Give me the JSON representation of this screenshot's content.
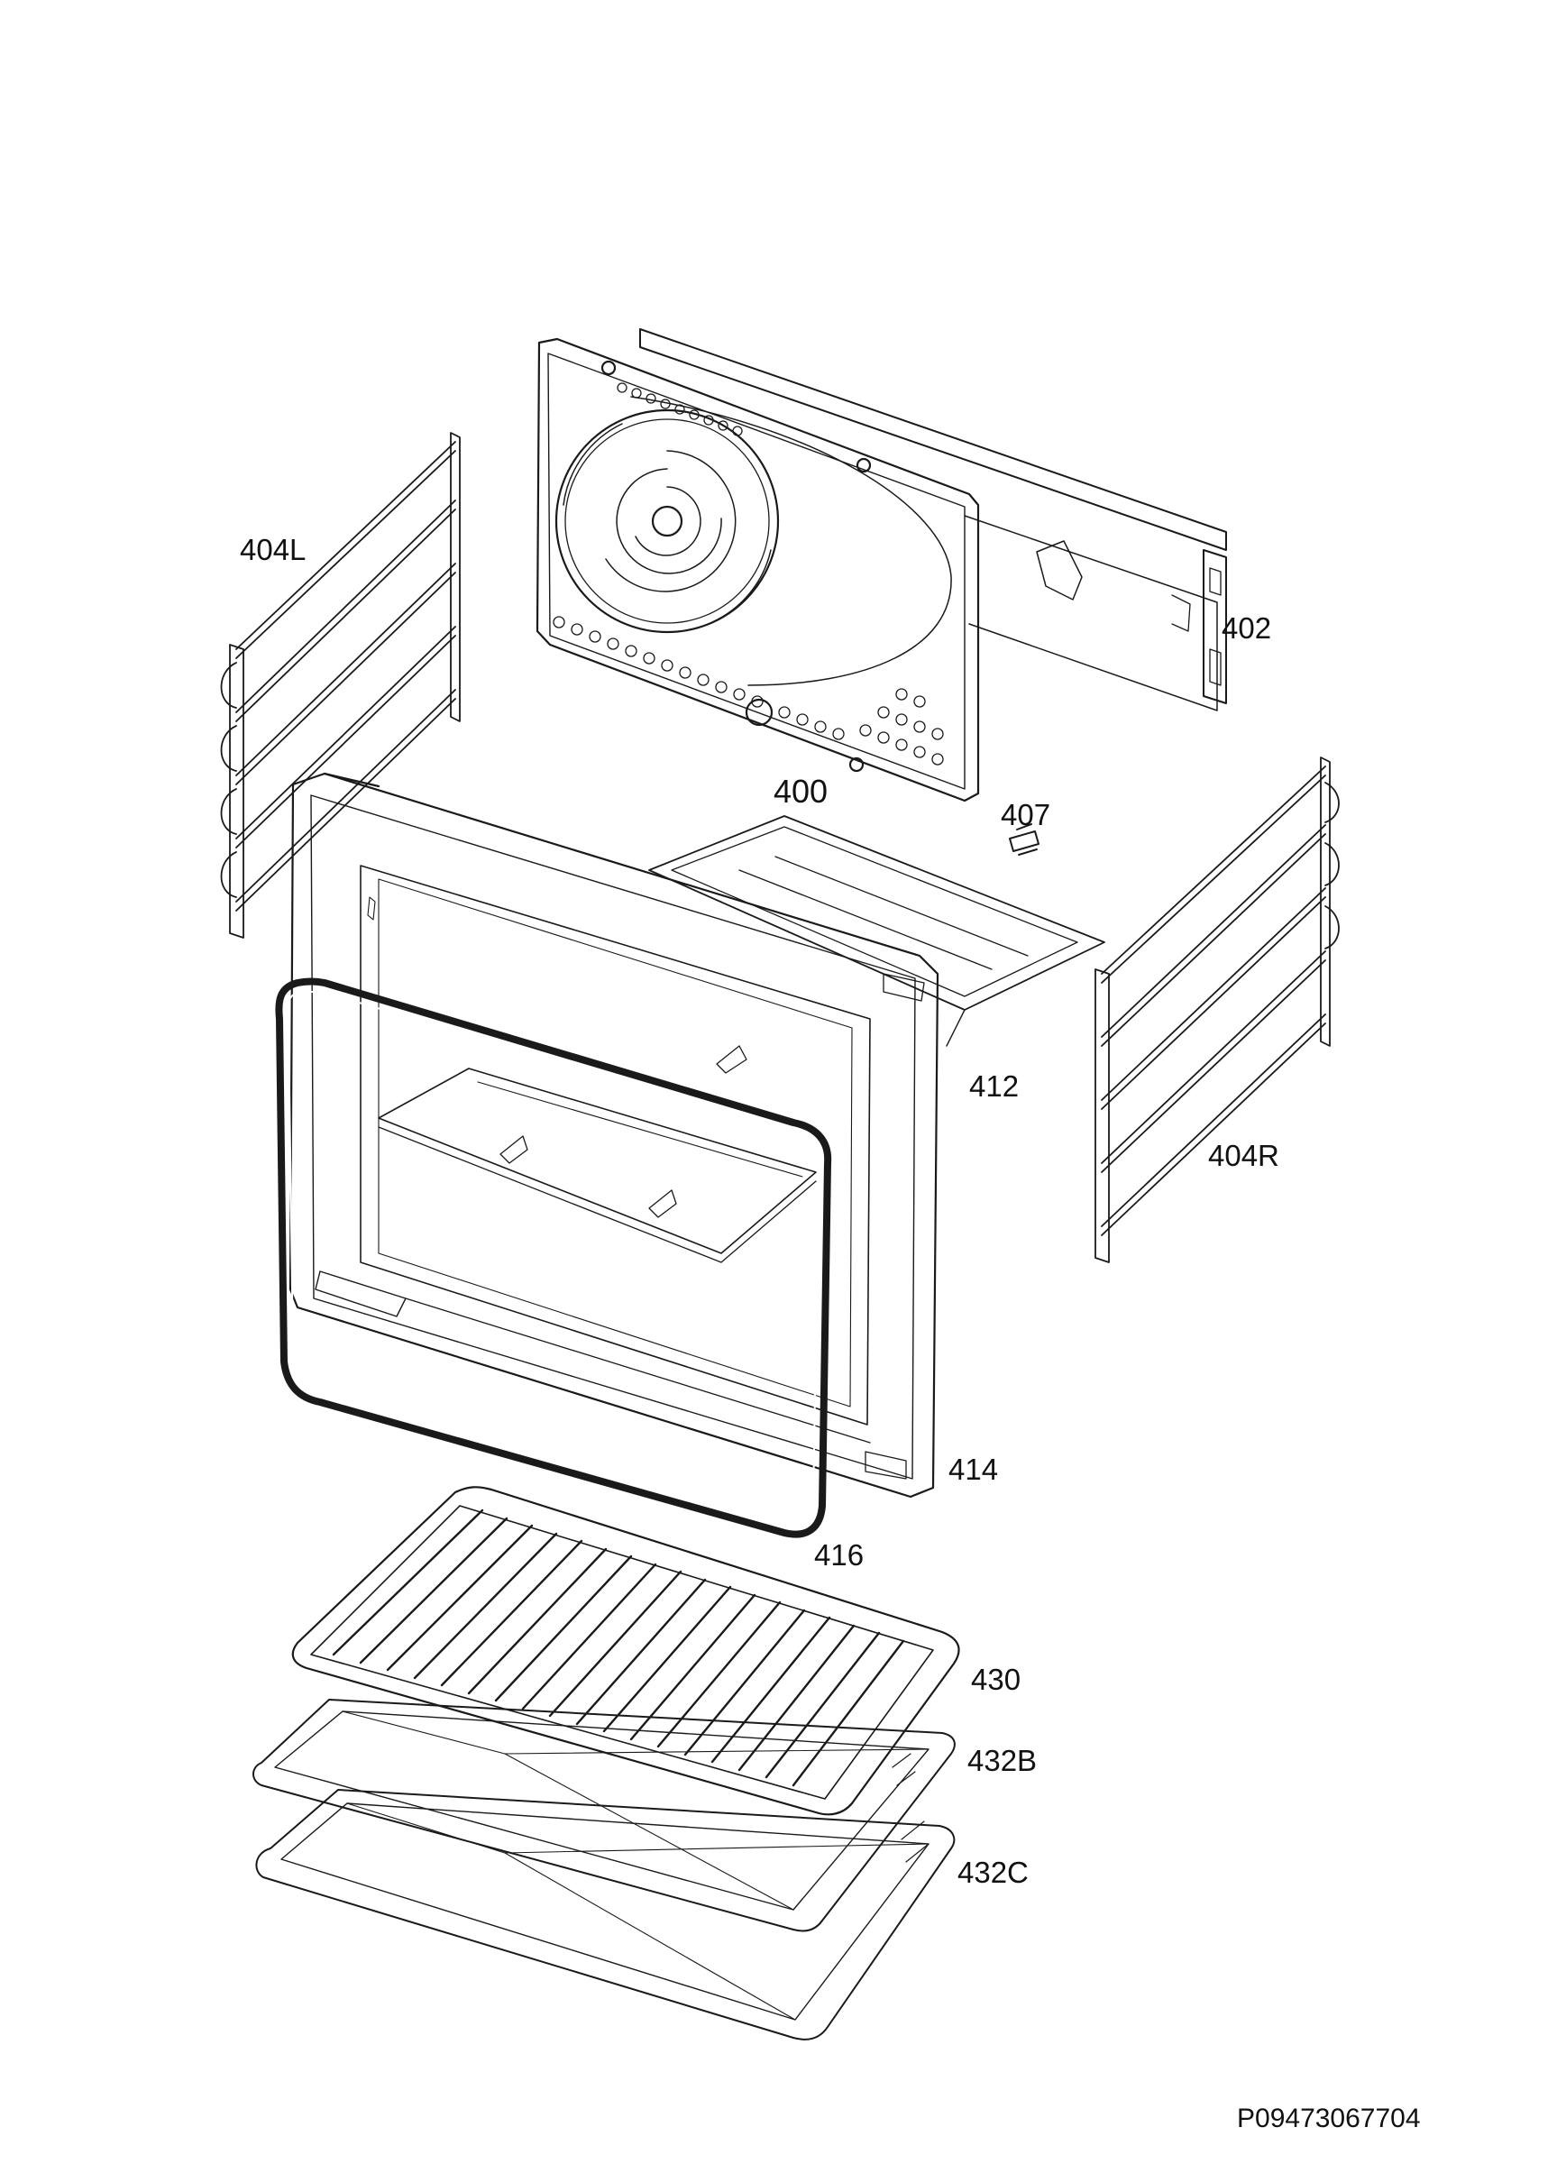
{
  "diagram": {
    "labels": {
      "p404L": "404L",
      "p402": "402",
      "p400": "400",
      "p407": "407",
      "p412": "412",
      "p404R": "404R",
      "p414": "414",
      "p416": "416",
      "p430": "430",
      "p432B": "432B",
      "p432C": "432C"
    },
    "document_code": "P09473067704",
    "colors": {
      "line": "#1a1a1a",
      "background": "#ffffff"
    }
  }
}
